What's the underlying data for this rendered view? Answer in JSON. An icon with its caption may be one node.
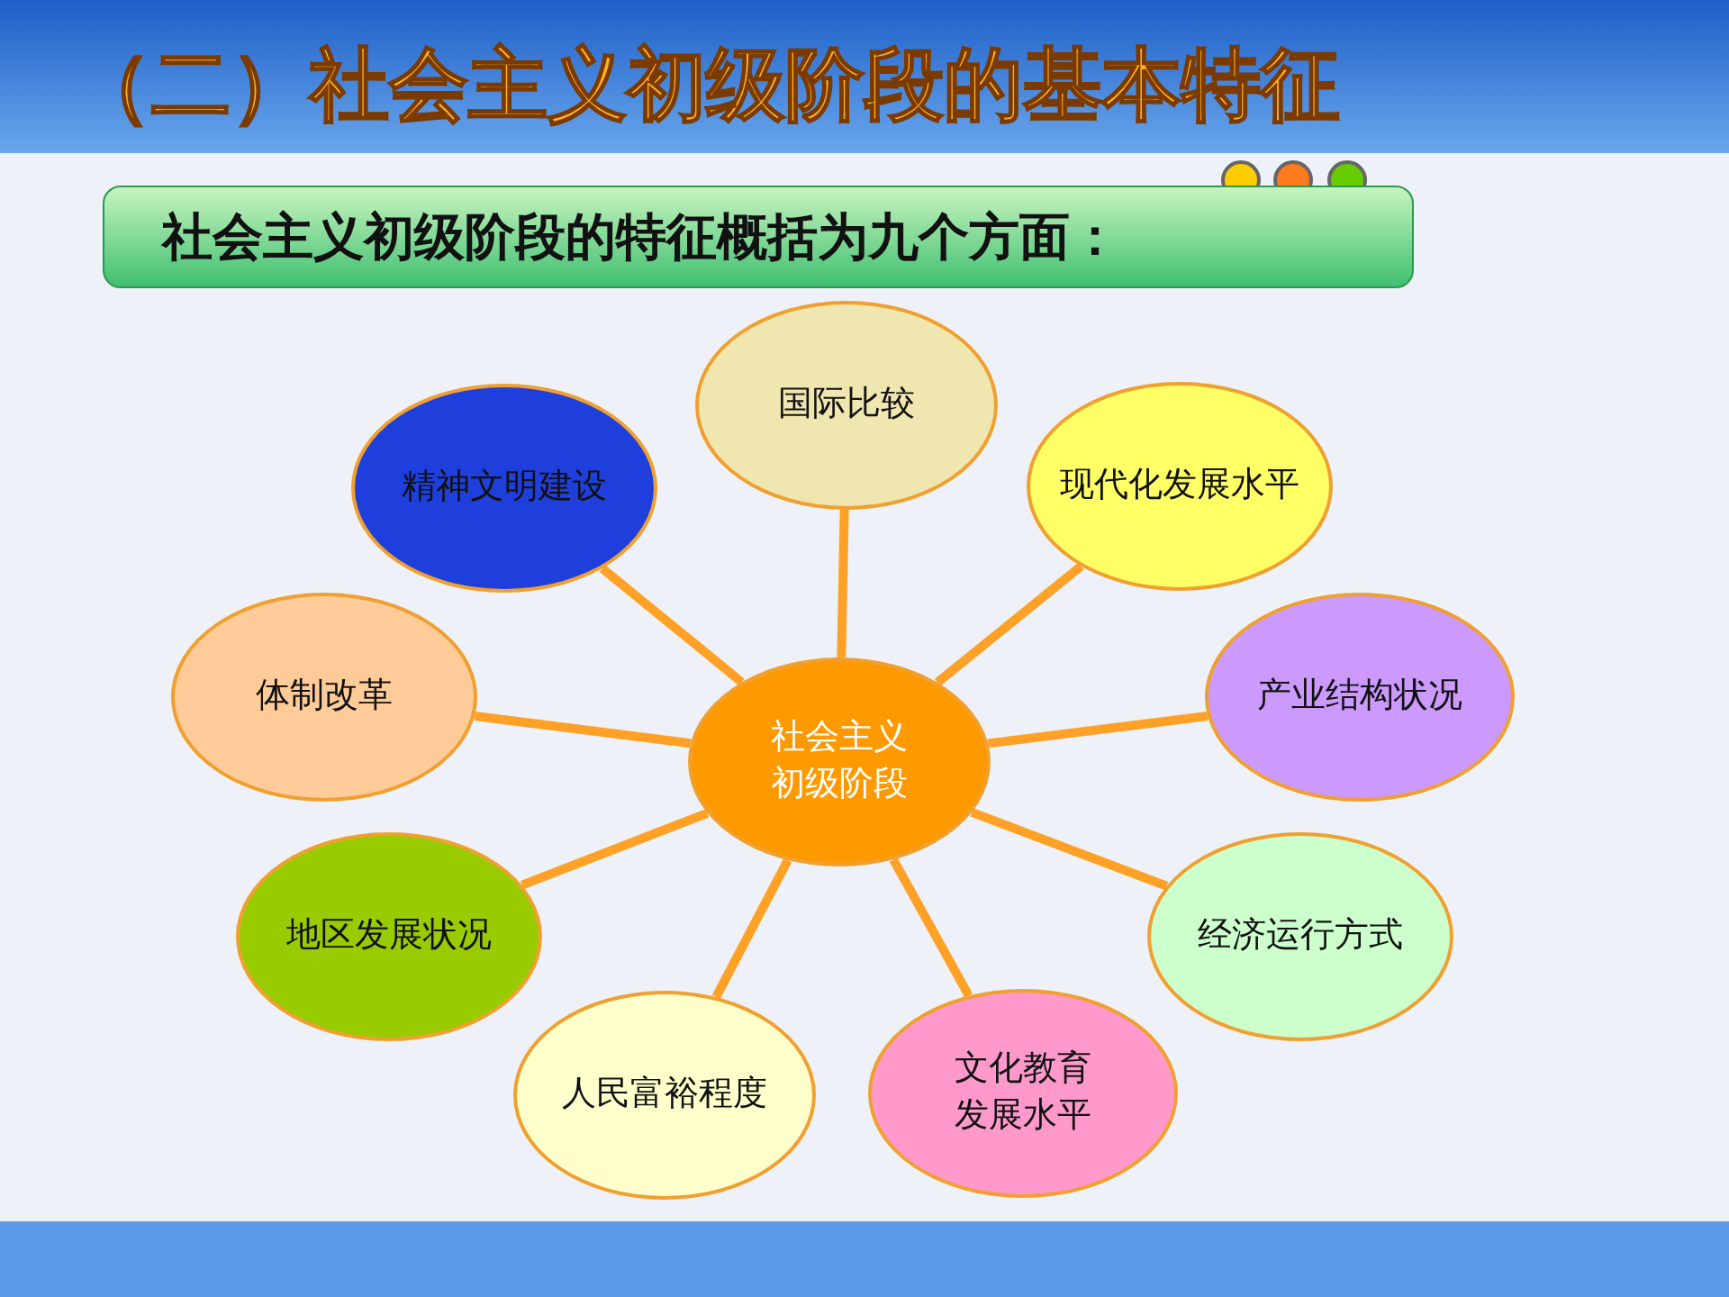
{
  "diagram": {
    "title": "（二）社会主义初级阶段的基本特征",
    "nodes": [
      {
        "text": [
          "社会主义初级阶段的特征概括为九个方面："
        ]
      },
      {
        "text": [
          "社会主义初级阶段"
        ]
      },
      {
        "text": [
          "国际比较"
        ]
      },
      {
        "text": [
          "现代化发展水平"
        ]
      },
      {
        "text": [
          "产业结构状况"
        ]
      },
      {
        "text": [
          "经济运行方式"
        ]
      },
      {
        "text": [
          "文化教育发展水平"
        ]
      },
      {
        "text": [
          "人民富裕程度"
        ]
      },
      {
        "text": [
          "地区发展状况"
        ]
      },
      {
        "text": [
          "体制改革"
        ]
      },
      {
        "text": [
          "精神文明建设"
        ]
      }
    ],
    "edges": [
      {
        "from": 1,
        "to": 2,
        "arrow": "none"
      },
      {
        "from": 1,
        "to": 3,
        "arrow": "none"
      },
      {
        "from": 1,
        "to": 4,
        "arrow": "none"
      },
      {
        "from": 1,
        "to": 5,
        "arrow": "none"
      },
      {
        "from": 1,
        "to": 6,
        "arrow": "none"
      },
      {
        "from": 1,
        "to": 7,
        "arrow": "none"
      },
      {
        "from": 1,
        "to": 8,
        "arrow": "none"
      },
      {
        "from": 1,
        "to": 9,
        "arrow": "none"
      },
      {
        "from": 1,
        "to": 10,
        "arrow": "none"
      }
    ]
  }
}
